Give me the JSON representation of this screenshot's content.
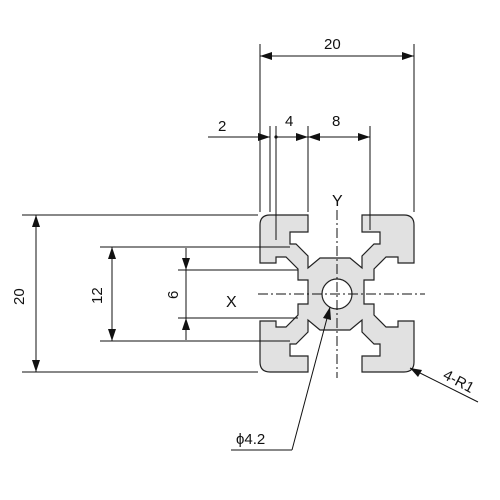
{
  "dimensions": {
    "overall_width": "20",
    "overall_height": "20",
    "slot_wall": "2",
    "slot_offset": "4",
    "slot_opening": "8",
    "slot_height_outer": "12",
    "slot_height_inner": "6",
    "hole_diameter": "ϕ4.2",
    "corner_radius": "4-R1"
  },
  "axes": {
    "x_label": "X",
    "y_label": "Y"
  },
  "colors": {
    "profile_fill": "#e1e1e1",
    "line": "#111111"
  }
}
